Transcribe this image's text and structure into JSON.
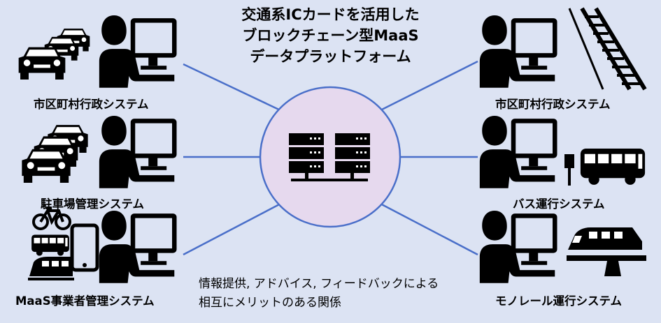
{
  "title": {
    "line1": "交通系ICカードを活用した",
    "line2": "ブロックチェーン型MaaS",
    "line3": "データプラットフォーム"
  },
  "left_systems": [
    {
      "label": "市区町村行政システム",
      "icon": "car-icon"
    },
    {
      "label": "駐車場管理システム",
      "icon": "parking-cars-icon"
    },
    {
      "label": "MaaS事業者管理システム",
      "icon": "mobility-icons"
    }
  ],
  "right_systems": [
    {
      "label": "市区町村行政システム",
      "icon": "rail-track-icon"
    },
    {
      "label": "バス運行システム",
      "icon": "bus-icon"
    },
    {
      "label": "モノレール運行システム",
      "icon": "monorail-icon"
    }
  ],
  "center": {
    "icon": "server-icon"
  },
  "caption": {
    "line1": "情報提供, アドバイス, フィードバックによる",
    "line2": "相互にメリットのある関係"
  },
  "colors": {
    "background": "#dce3f3",
    "hub_fill": "#e6d9ee",
    "hub_stroke": "#4a6fc9",
    "link": "#4a6fc9"
  }
}
